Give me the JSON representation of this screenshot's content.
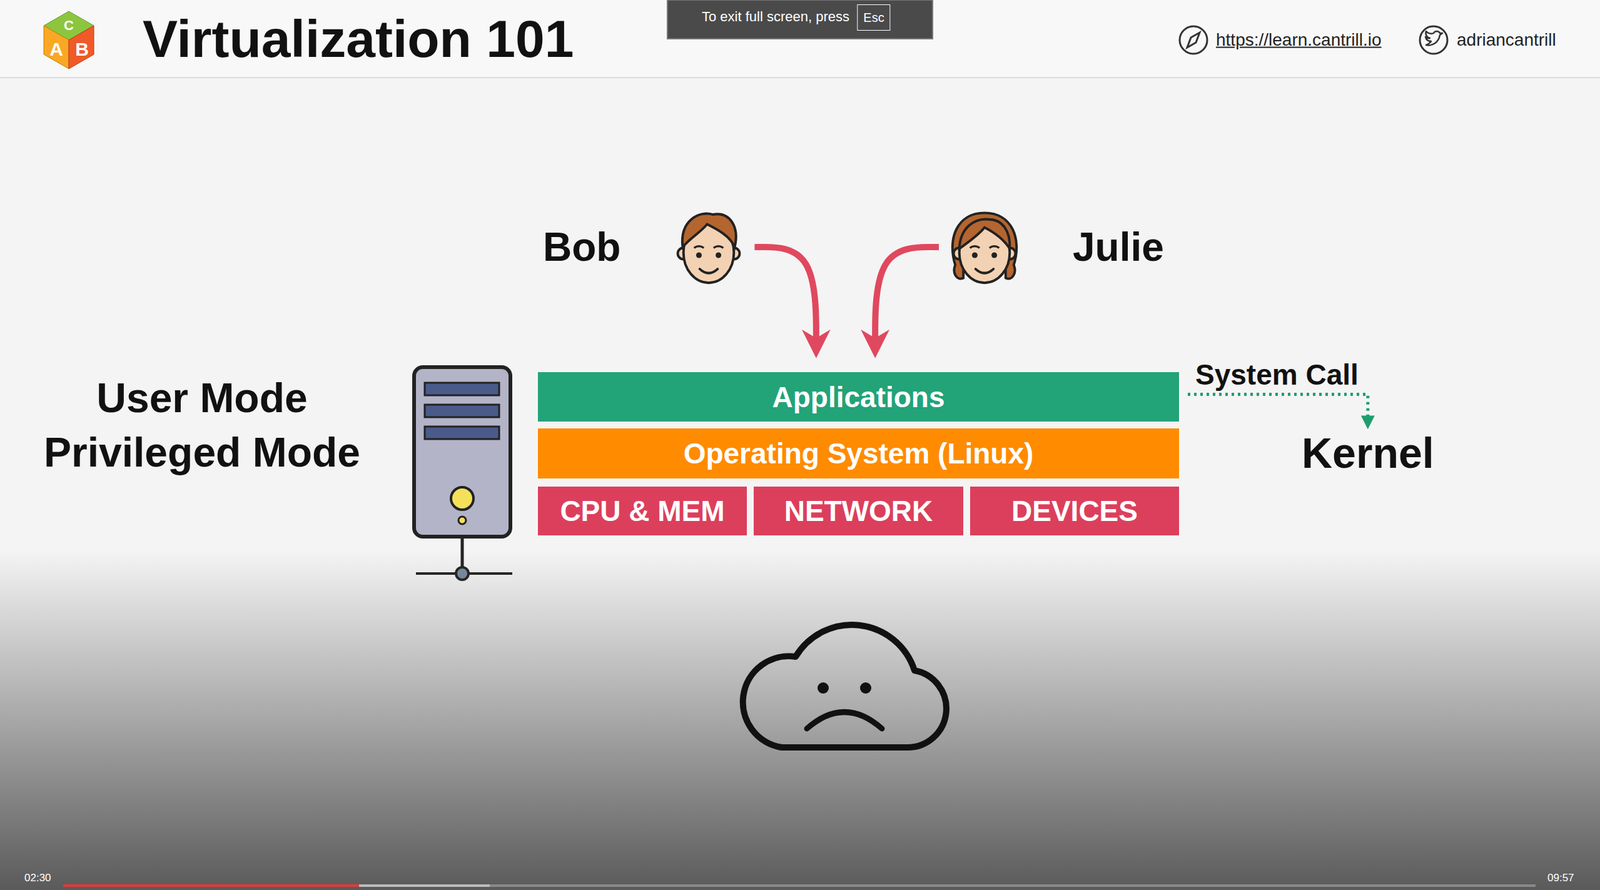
{
  "diagram": {
    "title": "Virtualization 101",
    "nodes": [
      {
        "text": [
          "Bob"
        ]
      },
      {
        "text": [
          "Julie"
        ]
      },
      {
        "text": [
          "Applications"
        ]
      },
      {
        "text": [
          "Operating System (Linux)"
        ]
      },
      {
        "text": [
          "CPU & MEM"
        ]
      },
      {
        "text": [
          "NETWORK"
        ]
      },
      {
        "text": [
          "DEVICES"
        ]
      },
      {
        "text": [
          "Kernel"
        ]
      }
    ],
    "edges": [
      {
        "from": 0,
        "to": 2,
        "arrow": "to"
      },
      {
        "from": 1,
        "to": 2,
        "arrow": "to"
      },
      {
        "from": 2,
        "to": 7,
        "label": "System Call",
        "arrow": "to"
      }
    ],
    "labels": [
      "C",
      "A",
      "B",
      "To exit full screen, press",
      "Esc",
      "https://learn.cantrill.io",
      "adriancantrill",
      "User Mode",
      "Privileged Mode",
      "02:30",
      "09:57"
    ]
  }
}
